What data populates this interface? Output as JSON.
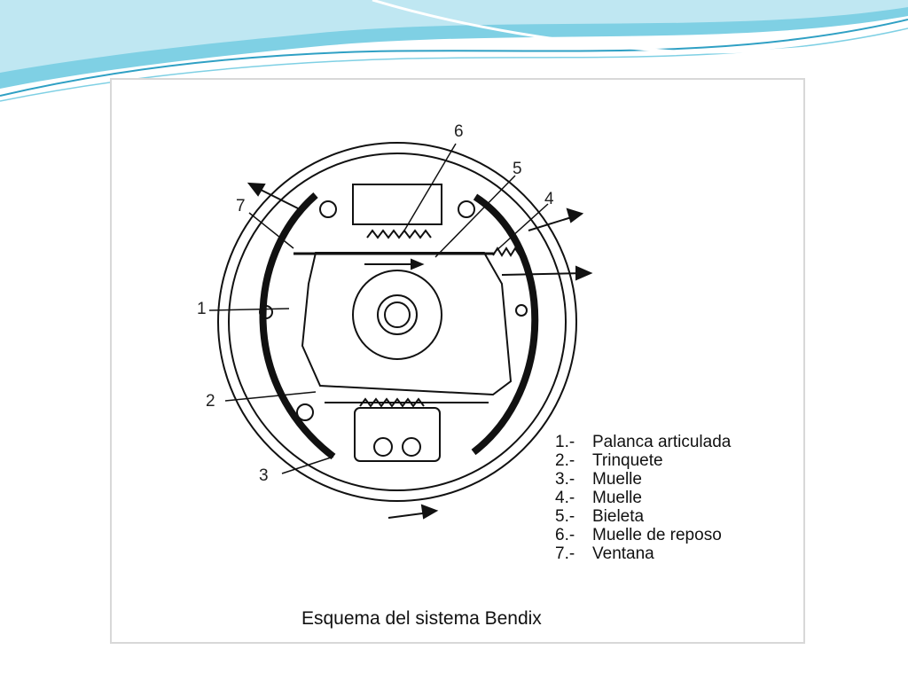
{
  "colors": {
    "wave_light": "#bfe7f2",
    "wave_mid": "#7fd0e4",
    "wave_dark": "#2fa0c4",
    "frame_border": "#d8d8d8",
    "ink": "#111111"
  },
  "callouts": [
    "6",
    "5",
    "4",
    "7",
    "1",
    "2",
    "3"
  ],
  "legend": {
    "items": [
      {
        "num": "1.-",
        "text": "Palanca articulada"
      },
      {
        "num": "2.-",
        "text": "Trinquete"
      },
      {
        "num": "3.-",
        "text": "Muelle"
      },
      {
        "num": "4.-",
        "text": "Muelle"
      },
      {
        "num": "5.-",
        "text": "Bieleta"
      },
      {
        "num": "6.-",
        "text": "Muelle de reposo"
      },
      {
        "num": "7.-",
        "text": "Ventana"
      }
    ]
  },
  "caption": "Esquema del sistema Bendix"
}
